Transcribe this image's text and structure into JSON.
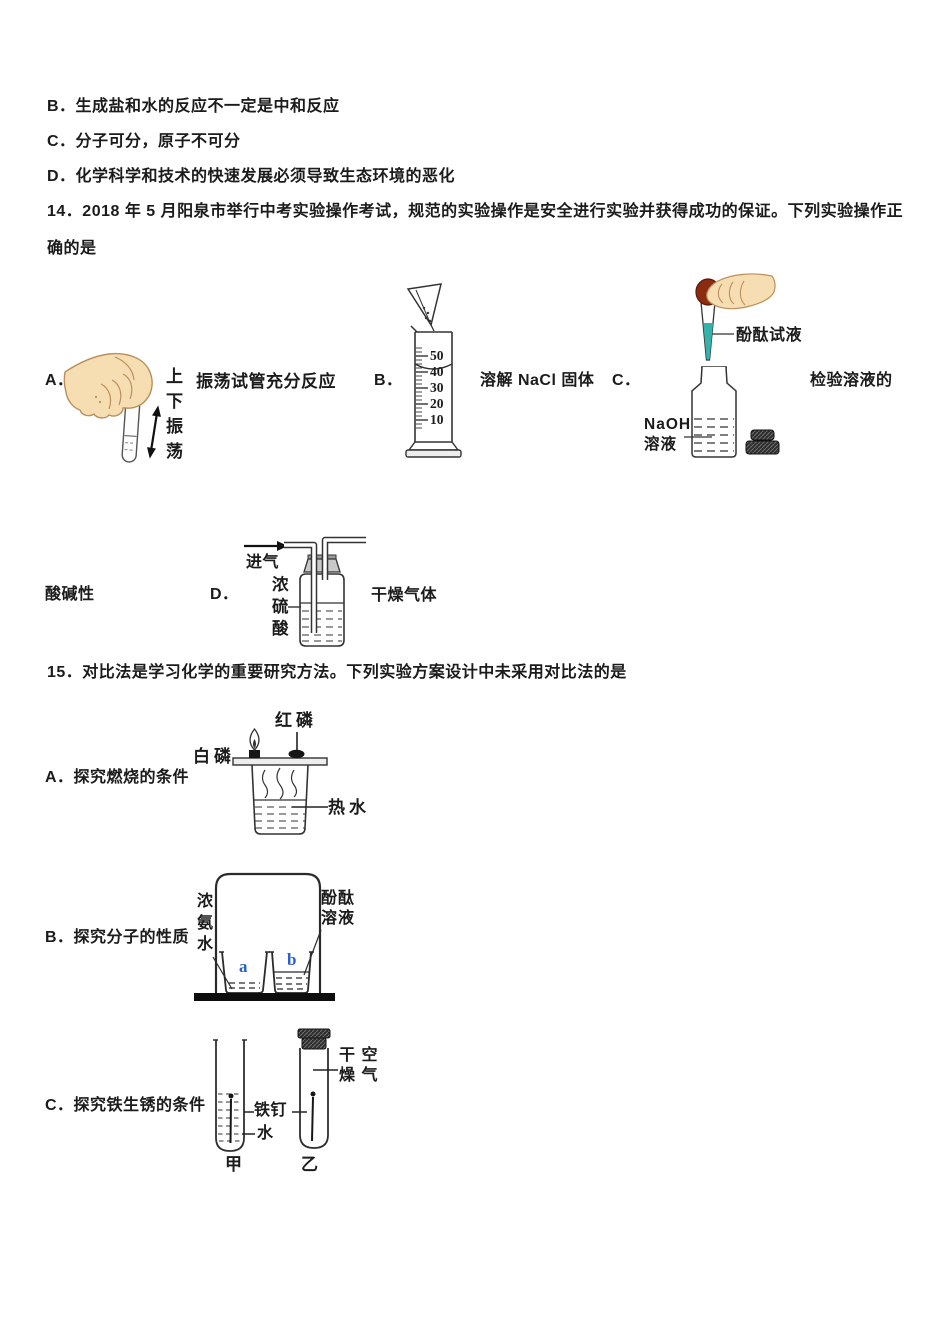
{
  "colors": {
    "text": "#1b1b1b",
    "skin": "#f7ddb2",
    "skin_outline": "#b9905c",
    "dropper_bulb": "#8b2b10",
    "dropper_liquid": "#35b2aa",
    "beaker_letter_blue": "#2b5fc7",
    "ink": "#2f2f2f"
  },
  "q13": {
    "option_b": "B．生成盐和水的反应不一定是中和反应",
    "option_c": "C．分子可分，原子不可分",
    "option_d": "D．化学科学和技术的快速发展必须导致生态环境的恶化"
  },
  "q14": {
    "stem_line1": "14．2018 年 5 月阳泉市举行中考实验操作考试，规范的实验操作是安全进行实验并获得成功的保证。下列实验操作正",
    "stem_line2": "确的是",
    "a_letter": "A．",
    "a_shake_label": "上\n下\n振\n荡",
    "a_caption": "振荡试管充分反应",
    "b_letter": "B．",
    "b_scale_labels": "50\n40\n30\n20\n10",
    "b_caption": "溶解 NaCl 固体",
    "c_letter": "C．",
    "c_dropper_label": "酚酞试液",
    "c_bottle_label": "NaOH\n溶液",
    "c_caption_part1": "检验溶液的",
    "c_caption_part2": "酸碱性",
    "d_letter": "D．",
    "d_inlet_label": "进气",
    "d_acid_label": "浓\n硫\n酸",
    "d_caption": "干燥气体"
  },
  "q15": {
    "stem": "15．对比法是学习化学的重要研究方法。下列实验方案设计中未采用对比法的是",
    "a_label": "A．探究燃烧的条件",
    "a_red_phosphorus": "红磷",
    "a_white_phosphorus": "白磷",
    "a_hot_water": "热水",
    "b_label": "B．探究分子的性质",
    "b_ammonia": "浓\n氨\n水",
    "b_phenolphthalein": "酚酞\n溶液",
    "b_beaker_a": "a",
    "b_beaker_b": "b",
    "c_label": "C．探究铁生锈的条件",
    "c_dry_air": "干 空\n燥 气",
    "c_iron_nail": "铁钉",
    "c_water": "水",
    "c_tube_left": "甲",
    "c_tube_right": "乙"
  }
}
